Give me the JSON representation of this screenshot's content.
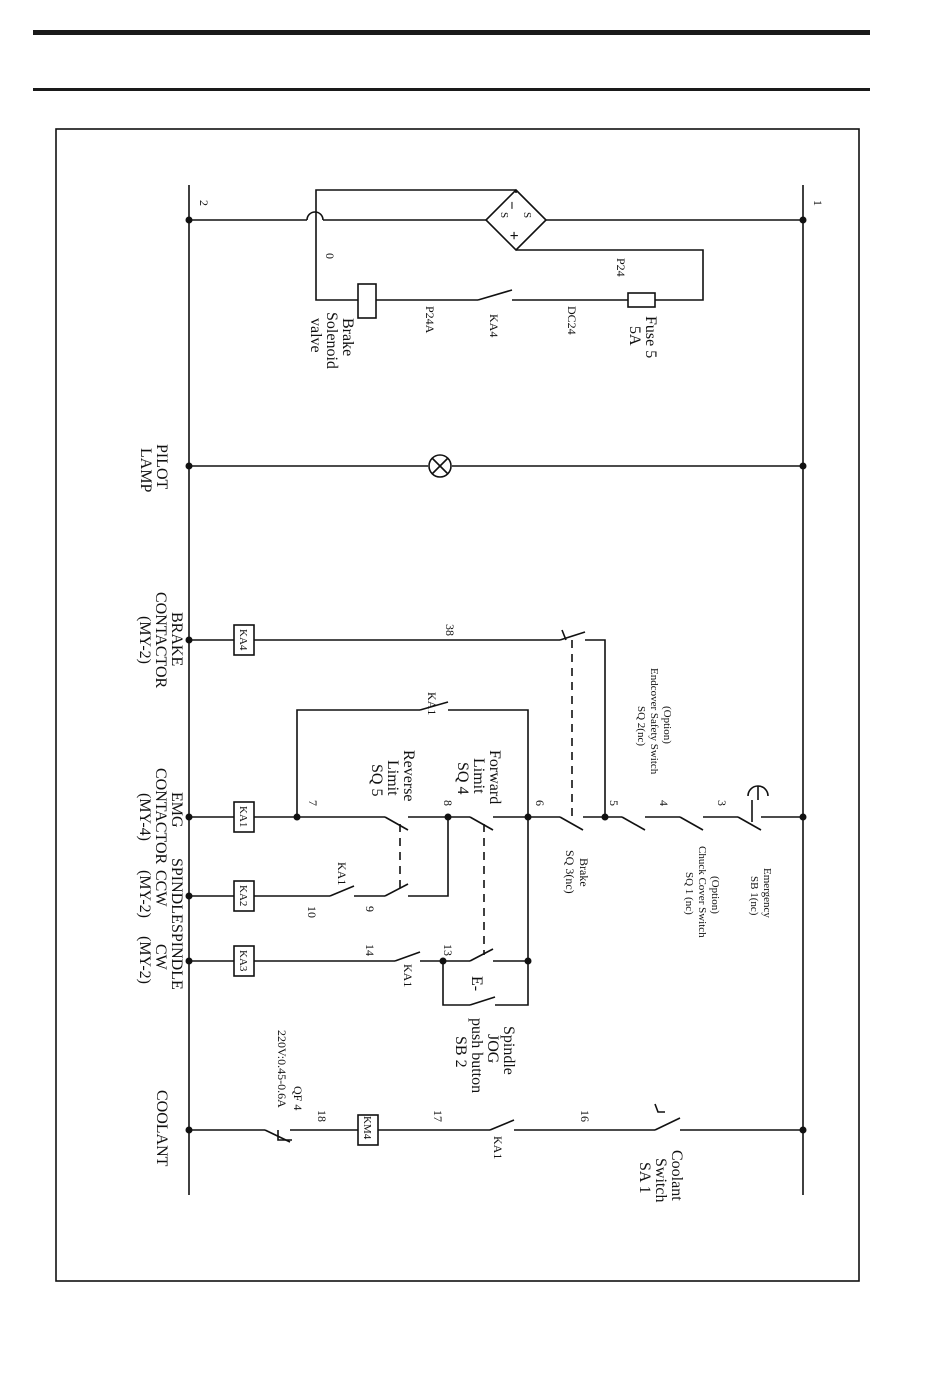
{
  "wires": {
    "n1": "1",
    "n2": "2",
    "n0": "0",
    "p24": "P24",
    "p24a": "P24A",
    "dc24": "DC24",
    "n3": "3",
    "n4": "4",
    "n5": "5",
    "n6": "6",
    "n7": "7",
    "n8": "8",
    "n9": "9",
    "n10": "10",
    "n13": "13",
    "n14": "14",
    "n16": "16",
    "n17": "17",
    "n18": "18",
    "n38": "38"
  },
  "rectifier": {
    "s1": "S",
    "s2": "S",
    "minus": "−",
    "plus": "+"
  },
  "brake_valve": {
    "line1": "Brake",
    "line2": "Solenoid",
    "line3": "valve"
  },
  "fuse": {
    "line1": "Fuse 5",
    "line2": "5A"
  },
  "ka4_contact": "KA4",
  "pilot": {
    "line1": "PILOT",
    "line2": "LAMP"
  },
  "brake_contactor": {
    "line1": "BRAKE",
    "line2": "CONTACTOR",
    "line3": "(MY-2)",
    "coil": "KA4"
  },
  "emg_contactor": {
    "line1": "EMG",
    "line2": "CONTACTOR",
    "line3": "(MY-4)",
    "coil": "KA1"
  },
  "spindle_ccw": {
    "line1": "SPINDLE",
    "line2": "CCW",
    "line3": "(MY-2)",
    "coil": "KA2"
  },
  "spindle_cw": {
    "line1": "SPINDLE",
    "line2": "CW",
    "line3": "(MY-2)",
    "coil": "KA3"
  },
  "coolant": {
    "label": "COOLANT",
    "coil": "KM4",
    "contact": "KA1"
  },
  "qf4": {
    "line1": "QF 4",
    "line2": "220V:0.45-0.6A"
  },
  "ka1_upper": "KA1",
  "ka1_ccw": "KA1",
  "ka1_cw": "KA1",
  "endcover": {
    "line1": "(Option)",
    "line2": "Endcover Safety Switch",
    "line3": "SQ 2(nc)"
  },
  "emergency": {
    "line1": "Emergency",
    "line2": "SB 1(nc)"
  },
  "chuck": {
    "line1": "(Option)",
    "line2": "Chuck Cover Switch",
    "line3": "SQ 1 (nc)"
  },
  "brake_sq3": {
    "line1": "Brake",
    "line2": "SQ 3(nc)"
  },
  "forward": {
    "line1": "Forward",
    "line2": "Limit",
    "line3": "SQ 4"
  },
  "reverse": {
    "line1": "Reverse",
    "line2": "Limit",
    "line3": "SQ 5"
  },
  "jog": {
    "line1": "Spindle",
    "line2": "JOG",
    "line3": "push button",
    "line4": "SB 2",
    "e_mark": "E-"
  },
  "coolant_switch": {
    "line1": "Coolant",
    "line2": "Switch",
    "line3": "SA 1"
  }
}
